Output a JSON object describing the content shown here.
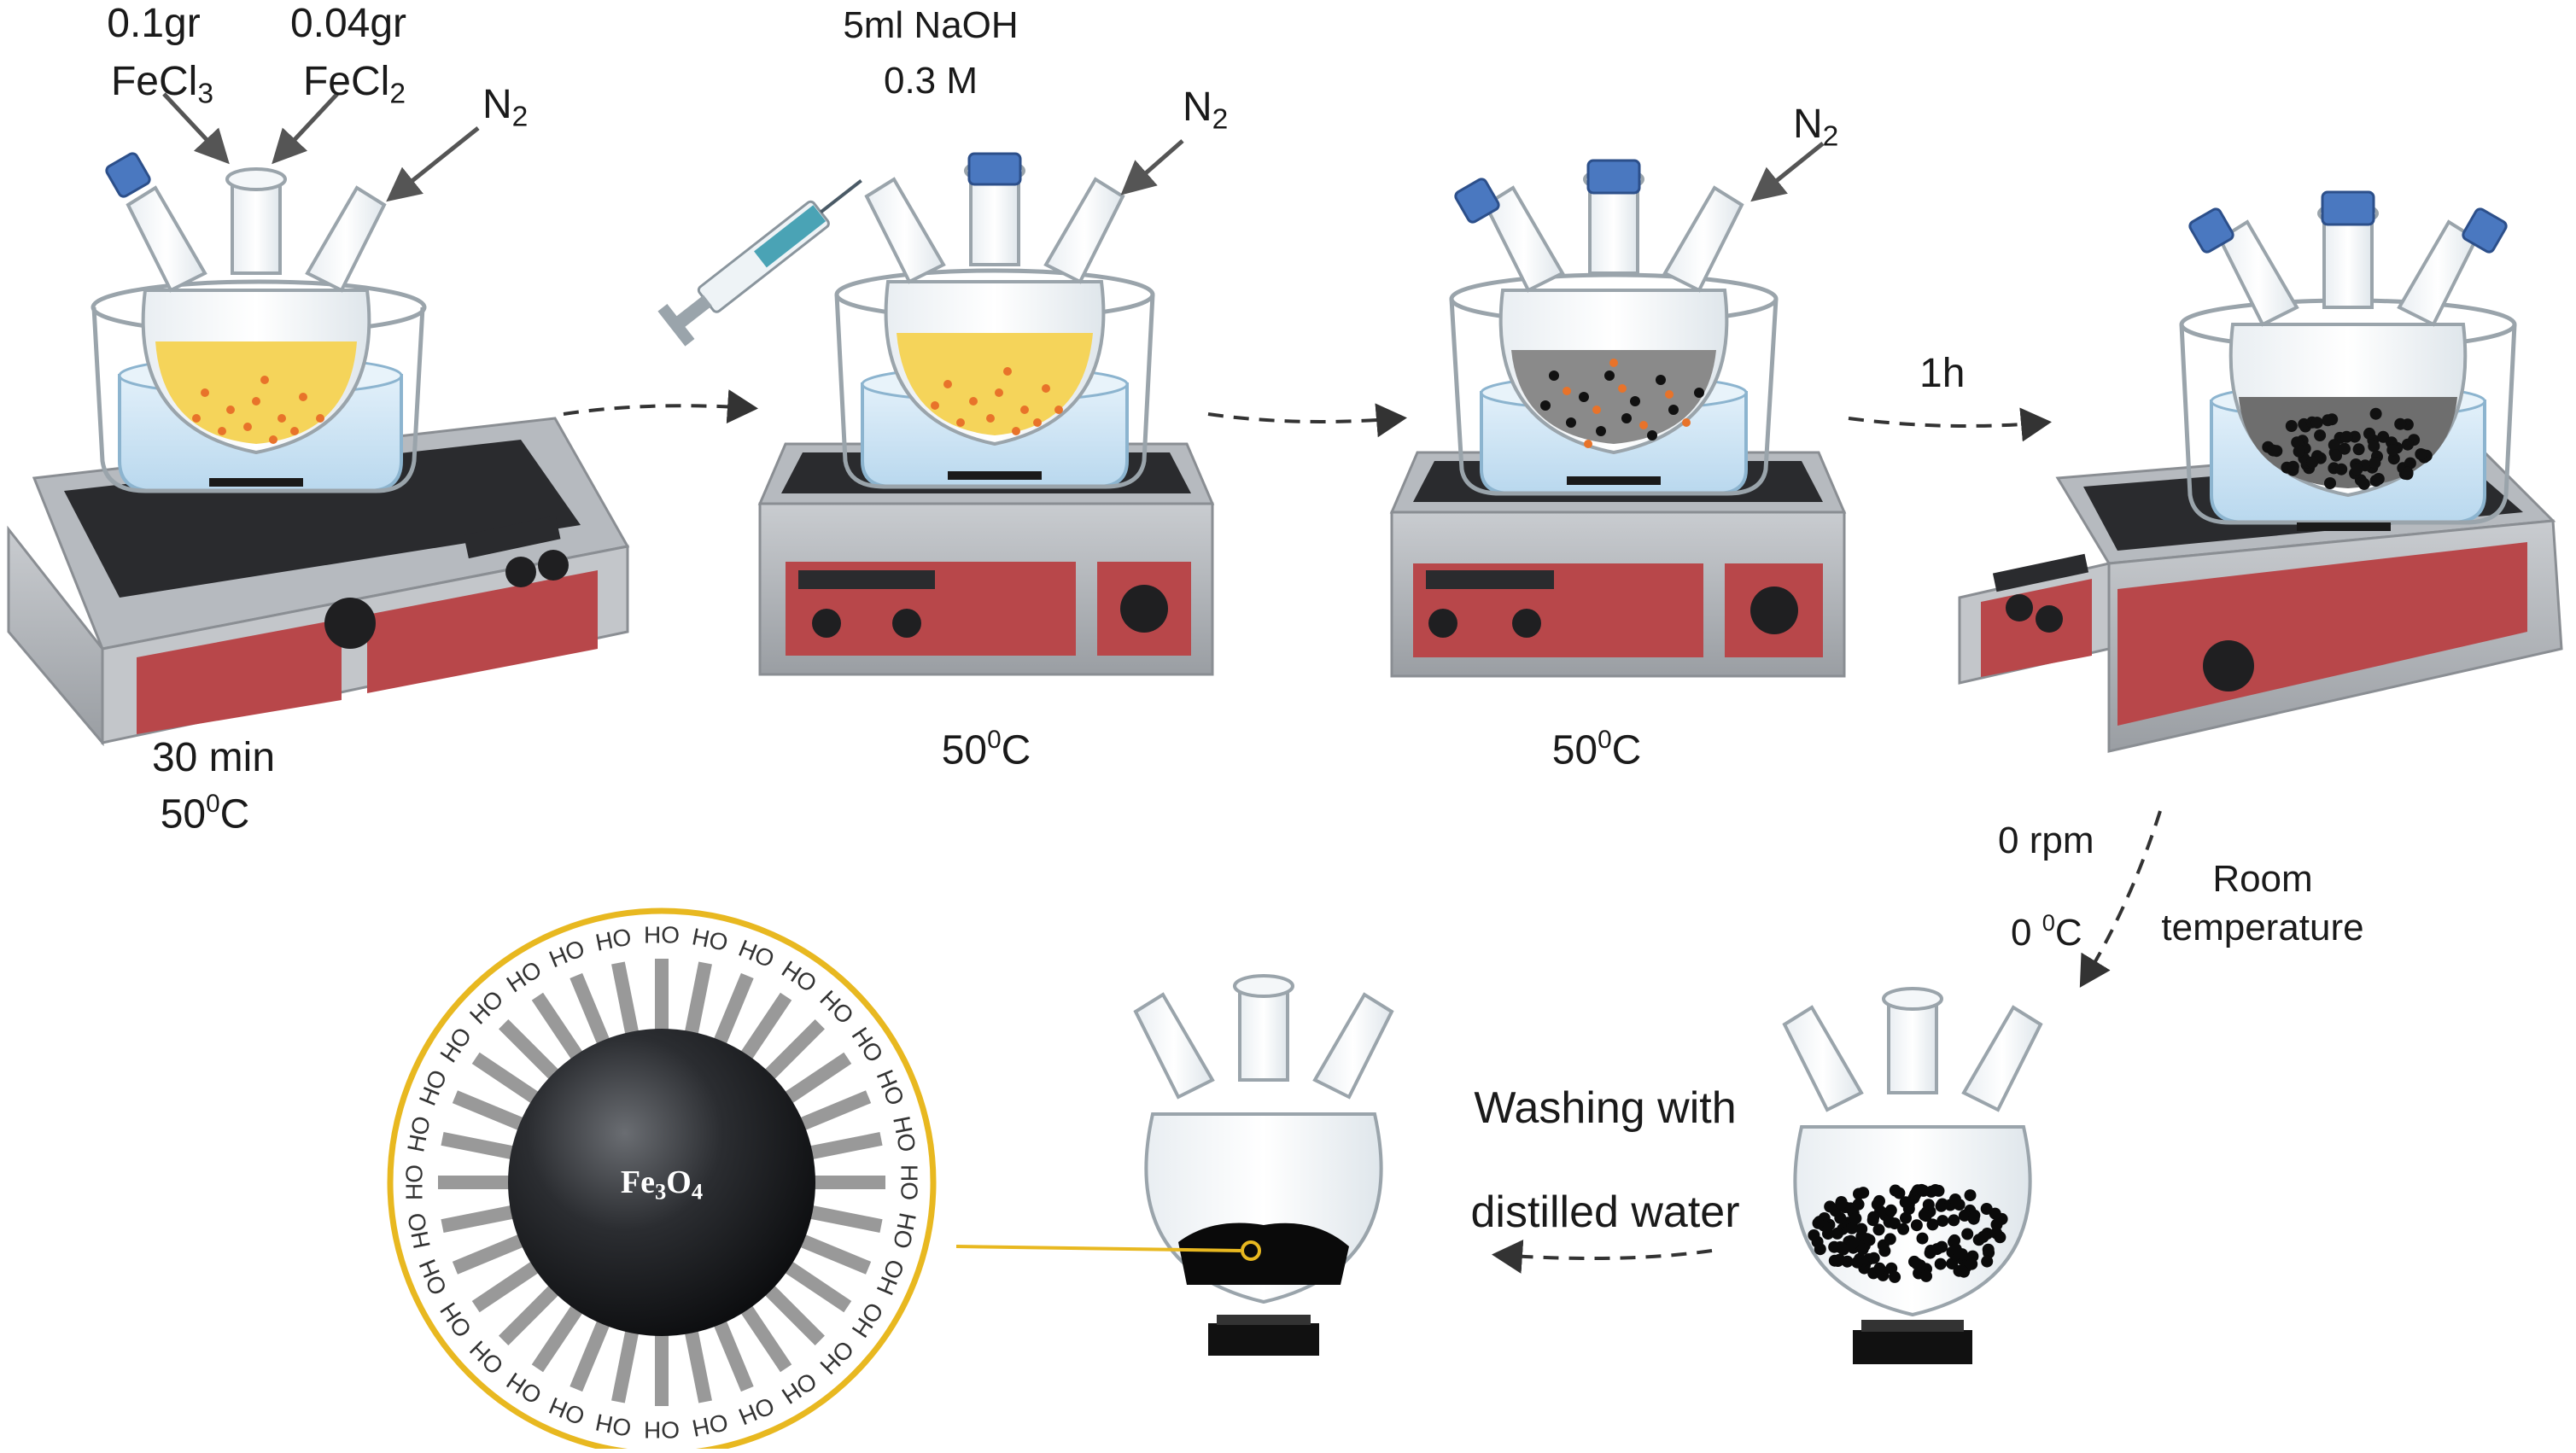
{
  "colors": {
    "solution_yellow": "#f5d45a",
    "solution_grey": "#8a8a8a",
    "bath_blue": "#cfe6f5",
    "control_panel_red": "#b8474a",
    "stopper_blue": "#4a78c0",
    "particle_orange": "#e8732a",
    "zoom_ring": "#e8b820"
  },
  "step1": {
    "fecl3_mass": "0.1gr",
    "fecl3_formula": "FeCl",
    "fecl3_sub": "3",
    "fecl2_mass": "0.04gr",
    "fecl2_formula": "FeCl",
    "fecl2_sub": "2",
    "gas": "N",
    "gas_sub": "2",
    "time": "30 min",
    "temp_value": "50",
    "temp_sup": "0",
    "temp_unit": "C"
  },
  "step2": {
    "reagent": "5ml NaOH",
    "concentration": "0.3 M",
    "gas": "N",
    "gas_sub": "2",
    "temp_value": "50",
    "temp_sup": "0",
    "temp_unit": "C"
  },
  "step3": {
    "gas": "N",
    "gas_sub": "2",
    "temp_value": "50",
    "temp_sup": "0",
    "temp_unit": "C"
  },
  "arrow3_label": "1h",
  "cooling": {
    "speed": "0 rpm",
    "temp_value": "0 ",
    "temp_sup": "0",
    "temp_unit": "C",
    "room_line1": "Room",
    "room_line2": "temperature"
  },
  "washing": {
    "line1": "Washing with",
    "line2": "distilled water"
  },
  "particle": {
    "core_formula_a": "Fe",
    "core_sub_a": "3",
    "core_formula_b": "O",
    "core_sub_b": "4",
    "group_label": "HO",
    "group_label_bottom": "OH"
  }
}
